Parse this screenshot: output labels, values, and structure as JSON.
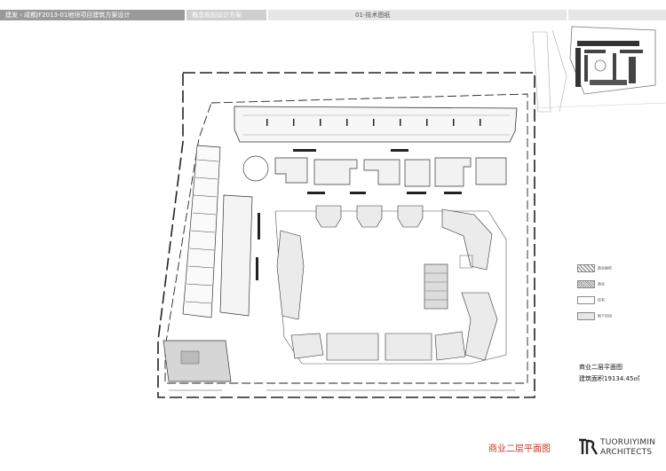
{
  "header": {
    "project": "建发・成都JF2013-01地块项目建筑方案设计",
    "section": "概念规划设计方案",
    "chapter": "01-技术图纸"
  },
  "legend": {
    "items": [
      {
        "label": "商业面积",
        "pattern": "hatch-diag"
      },
      {
        "label": "商业",
        "pattern": "hatch-fine"
      },
      {
        "label": "住宅",
        "pattern": "plain"
      },
      {
        "label": "地下空间",
        "pattern": "light-gray"
      }
    ]
  },
  "plan": {
    "caption_title": "商业二层平面图",
    "caption_area": "建筑面积19134.45㎡"
  },
  "footer": {
    "drawing_title": "商业二层平面图",
    "brand_line1": "TUORUIYIMIN",
    "brand_line2": "ARCHITECTS",
    "logo_letters": "TR"
  },
  "colors": {
    "title_red": "#c0392b",
    "header_dark": "#9a9a9a",
    "header_mid": "#cfcfcf",
    "header_light": "#e6e6e6"
  }
}
